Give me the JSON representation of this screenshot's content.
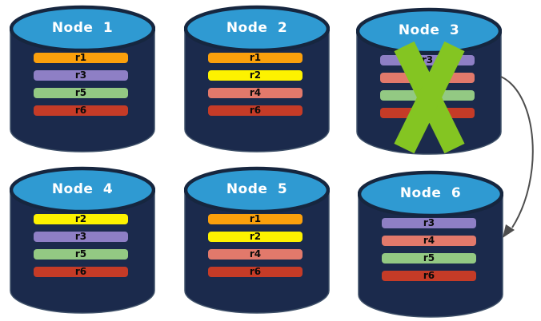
{
  "colors": {
    "cylinder_body": "#1B2A4C",
    "cylinder_top": "#2F9AD2",
    "cylinder_outline": "#3E5068",
    "ellipse_ring": "#16263F",
    "title_text": "#FFFFFF",
    "bar_text": "#0B0B0B",
    "failure_x": "#84C522",
    "arrow": "#4D4D4D",
    "replica_r1": "#FBA00C",
    "replica_r2": "#FDF200",
    "replica_r3": "#8E7FC5",
    "replica_r4": "#E2796B",
    "replica_r5": "#93C983",
    "replica_r6": "#C53B27"
  },
  "nodes": [
    {
      "title": "Node 1",
      "failed": false,
      "replicas": [
        {
          "label": "r1",
          "color": "#FBA00C"
        },
        {
          "label": "r3",
          "color": "#8E7FC5"
        },
        {
          "label": "r5",
          "color": "#93C983"
        },
        {
          "label": "r6",
          "color": "#C53B27"
        }
      ]
    },
    {
      "title": "Node 2",
      "failed": false,
      "replicas": [
        {
          "label": "r1",
          "color": "#FBA00C"
        },
        {
          "label": "r2",
          "color": "#FDF200"
        },
        {
          "label": "r4",
          "color": "#E2796B"
        },
        {
          "label": "r6",
          "color": "#C53B27"
        }
      ]
    },
    {
      "title": "Node 3",
      "failed": true,
      "replicas": [
        {
          "label": "r3",
          "color": "#8E7FC5"
        },
        {
          "label": "r4",
          "color": "#E2796B"
        },
        {
          "label": "r5",
          "color": "#93C983"
        },
        {
          "label": "r6",
          "color": "#C53B27"
        }
      ]
    },
    {
      "title": "Node 4",
      "failed": false,
      "replicas": [
        {
          "label": "r2",
          "color": "#FDF200"
        },
        {
          "label": "r3",
          "color": "#8E7FC5"
        },
        {
          "label": "r5",
          "color": "#93C983"
        },
        {
          "label": "r6",
          "color": "#C53B27"
        }
      ]
    },
    {
      "title": "Node 5",
      "failed": false,
      "replicas": [
        {
          "label": "r1",
          "color": "#FBA00C"
        },
        {
          "label": "r2",
          "color": "#FDF200"
        },
        {
          "label": "r4",
          "color": "#E2796B"
        },
        {
          "label": "r6",
          "color": "#C53B27"
        }
      ]
    },
    {
      "title": "Node 6",
      "failed": false,
      "replicas": [
        {
          "label": "r3",
          "color": "#8E7FC5"
        },
        {
          "label": "r4",
          "color": "#E2796B"
        },
        {
          "label": "r5",
          "color": "#93C983"
        },
        {
          "label": "r6",
          "color": "#C53B27"
        }
      ]
    }
  ],
  "annotations": {
    "failure_x": {
      "node": "Node 3",
      "color": "#84C522"
    },
    "arrow": {
      "from": "Node 3",
      "to": "Node 6",
      "color": "#4D4D4D"
    }
  }
}
